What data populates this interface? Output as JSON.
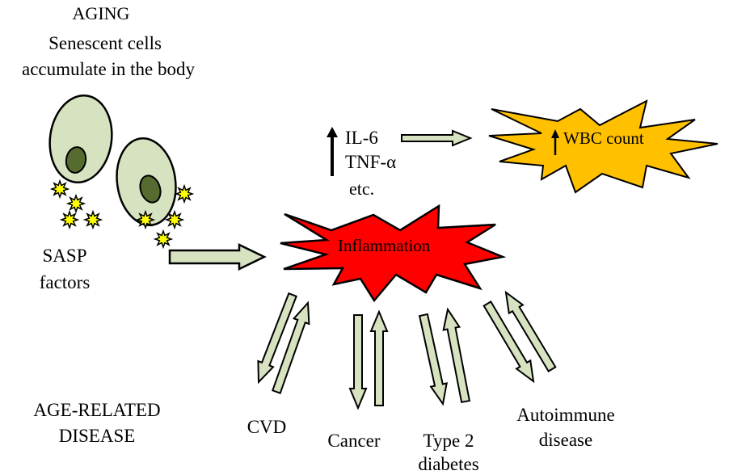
{
  "title": {
    "heading": "AGING",
    "subtitle_line1": "Senescent cells",
    "subtitle_line2": "accumulate in the body"
  },
  "sasp": {
    "line1": "SASP",
    "line2": "factors"
  },
  "cytokines": {
    "line1": "IL-6",
    "line2": "TNF-α",
    "line3": "etc.",
    "direction": "increase"
  },
  "wbc": {
    "label": "WBC count",
    "direction": "increase",
    "fill": "#FFC000"
  },
  "inflammation": {
    "label": "Inflammation",
    "fill": "#FF0000"
  },
  "section_label": {
    "line1": "AGE-RELATED",
    "line2": "DISEASE"
  },
  "diseases": [
    {
      "name": "CVD"
    },
    {
      "name": "Cancer"
    },
    {
      "name_line1": "Type 2",
      "name_line2": "diabetes"
    },
    {
      "name_line1": "Autoimmune",
      "name_line2": "disease"
    }
  ],
  "colors": {
    "cell_body": "#D6E2C0",
    "nucleus": "#556B2F",
    "arrow_fill": "#D6E2C0",
    "sasp_particle": "#FFFF00",
    "outline": "#000000"
  }
}
